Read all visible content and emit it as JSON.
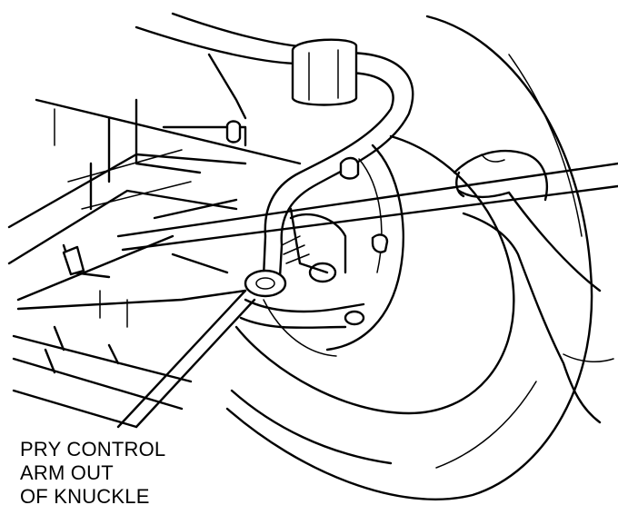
{
  "callout": {
    "line1": "PRY CONTROL",
    "line2": "ARM OUT",
    "line3": "OF KNUCKLE"
  },
  "colors": {
    "ink": "#000000",
    "paper": "#ffffff"
  }
}
